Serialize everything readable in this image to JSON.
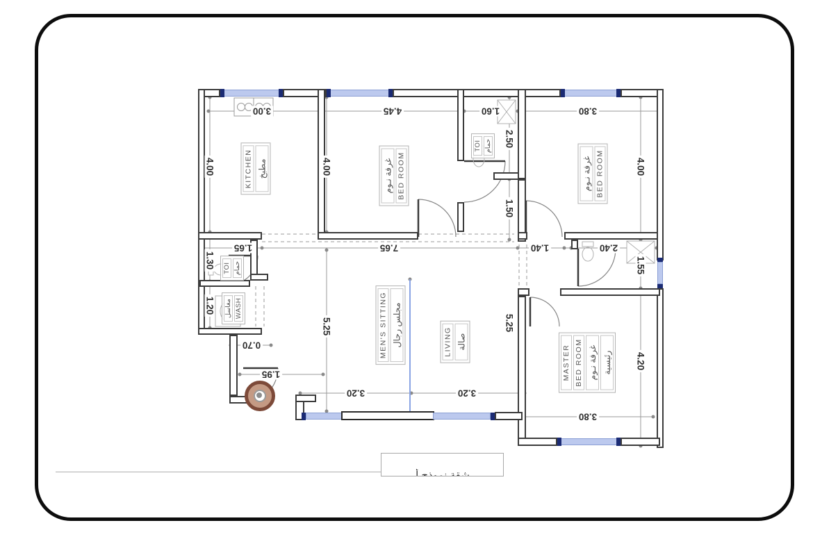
{
  "drawing": {
    "type": "apartment floor plan",
    "caption_partial": "شقة نموذج أ"
  },
  "rooms": [
    {
      "id": "kitchen",
      "lines": [
        "KITCHEN",
        "مطبخ"
      ]
    },
    {
      "id": "bedroom-1",
      "lines": [
        "غرفة نـوم",
        "BED ROOM"
      ]
    },
    {
      "id": "toilet-top",
      "lines": [
        "TOI",
        "حمام"
      ]
    },
    {
      "id": "bedroom-2",
      "lines": [
        "غرفة نـوم",
        "BED ROOM"
      ]
    },
    {
      "id": "toilet-left",
      "lines": [
        "TOI",
        "حمام"
      ]
    },
    {
      "id": "wash",
      "lines": [
        "مغاسل",
        "WASH"
      ]
    },
    {
      "id": "mens-sitting",
      "lines": [
        "MEN'S SITTING",
        "مجلس رجال"
      ]
    },
    {
      "id": "living",
      "lines": [
        "LIVING",
        "صالة"
      ]
    },
    {
      "id": "master-bedroom",
      "lines": [
        "MASTER",
        "BED ROOM",
        "غرفة نـوم",
        "رئيسية"
      ]
    }
  ],
  "dims": [
    {
      "value": "3.00"
    },
    {
      "value": "4.45"
    },
    {
      "value": "1.60"
    },
    {
      "value": "3.80"
    },
    {
      "value": "4.00"
    },
    {
      "value": "4.00"
    },
    {
      "value": "2.50"
    },
    {
      "value": "1.50"
    },
    {
      "value": "4.00"
    },
    {
      "value": "7.65"
    },
    {
      "value": "1.65"
    },
    {
      "value": "1.40"
    },
    {
      "value": "2.40"
    },
    {
      "value": "1.30"
    },
    {
      "value": "1.20"
    },
    {
      "value": "5.25"
    },
    {
      "value": "5.25"
    },
    {
      "value": "1.55"
    },
    {
      "value": "4.20"
    },
    {
      "value": "0.70"
    },
    {
      "value": "1.95"
    },
    {
      "value": "3.20"
    },
    {
      "value": "3.20"
    },
    {
      "value": "3.80"
    }
  ],
  "colors": {
    "wall": "#3b3b3b",
    "window_fill": "#bcc9ee",
    "window_cap": "#1b2b74",
    "dimension_text": "#2f2f2f",
    "plant_brown": "#7d4a39",
    "frame_border": "#0d0d0d",
    "divider_blue": "#8aa4e4"
  }
}
